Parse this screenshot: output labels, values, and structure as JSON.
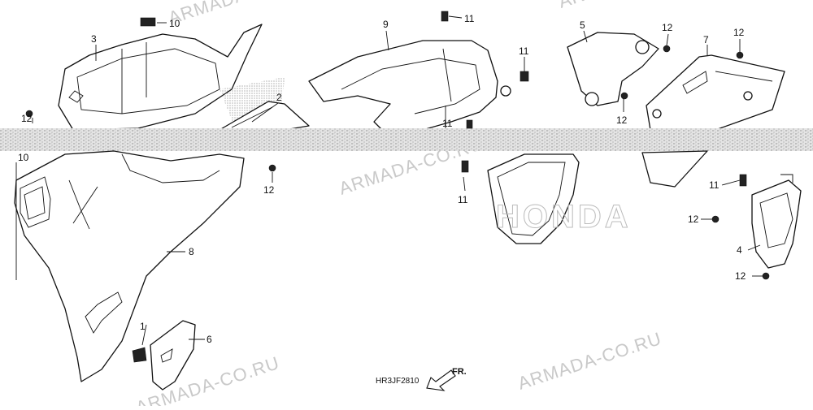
{
  "diagram": {
    "code": "HR3JF2810",
    "front_marker": "FR.",
    "watermark": "ARMADA-CO.RU",
    "brand_mark": "HONDA",
    "callouts": {
      "c1": "1",
      "c2": "2",
      "c3": "3",
      "c4": "4",
      "c5": "5",
      "c6": "6",
      "c7": "7",
      "c8": "8",
      "c9": "9",
      "c10a": "10",
      "c10b": "10",
      "c11a": "11",
      "c11b": "11",
      "c11c": "11",
      "c11d": "11",
      "c11e": "11",
      "c12a": "12",
      "c12b": "12",
      "c12c": "12",
      "c12d": "12",
      "c12e": "12",
      "c12f": "12",
      "c12g": "12"
    }
  }
}
